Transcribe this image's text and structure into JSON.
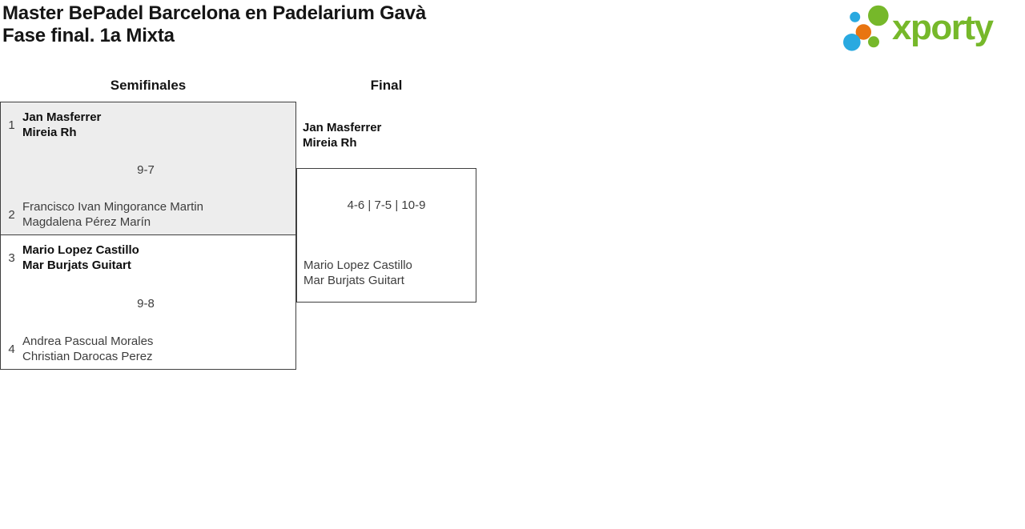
{
  "header": {
    "title_line1": "Master BePadel Barcelona en Padelarium Gavà",
    "title_line2": "Fase final. 1a Mixta"
  },
  "logo": {
    "wordmark": "xporty",
    "colors": {
      "green": "#76b82a",
      "blue": "#29a9e0",
      "orange": "#e87511"
    }
  },
  "bracket": {
    "round_headers": [
      "Semifinales",
      "Final"
    ],
    "box_colors": {
      "highlight_bg": "#ededed",
      "border": "#3f3f3f"
    },
    "semifinals": [
      {
        "seed_top": "1",
        "team_top_line1": "Jan Masferrer",
        "team_top_line2": "Mireia Rh",
        "score": "9-7",
        "seed_bottom": "2",
        "team_bottom_line1": "Francisco Ivan Mingorance Martin",
        "team_bottom_line2": "Magdalena Pérez Marín"
      },
      {
        "seed_top": "3",
        "team_top_line1": "Mario Lopez Castillo",
        "team_top_line2": "Mar Burjats Guitart",
        "score": "9-8",
        "seed_bottom": "4",
        "team_bottom_line1": "Andrea Pascual Morales",
        "team_bottom_line2": "Christian Darocas Perez"
      }
    ],
    "final": {
      "team_top_line1": "Jan Masferrer",
      "team_top_line2": "Mireia Rh",
      "score": "4-6 | 7-5 | 10-9",
      "team_bottom_line1": "Mario Lopez Castillo",
      "team_bottom_line2": "Mar Burjats Guitart"
    }
  }
}
